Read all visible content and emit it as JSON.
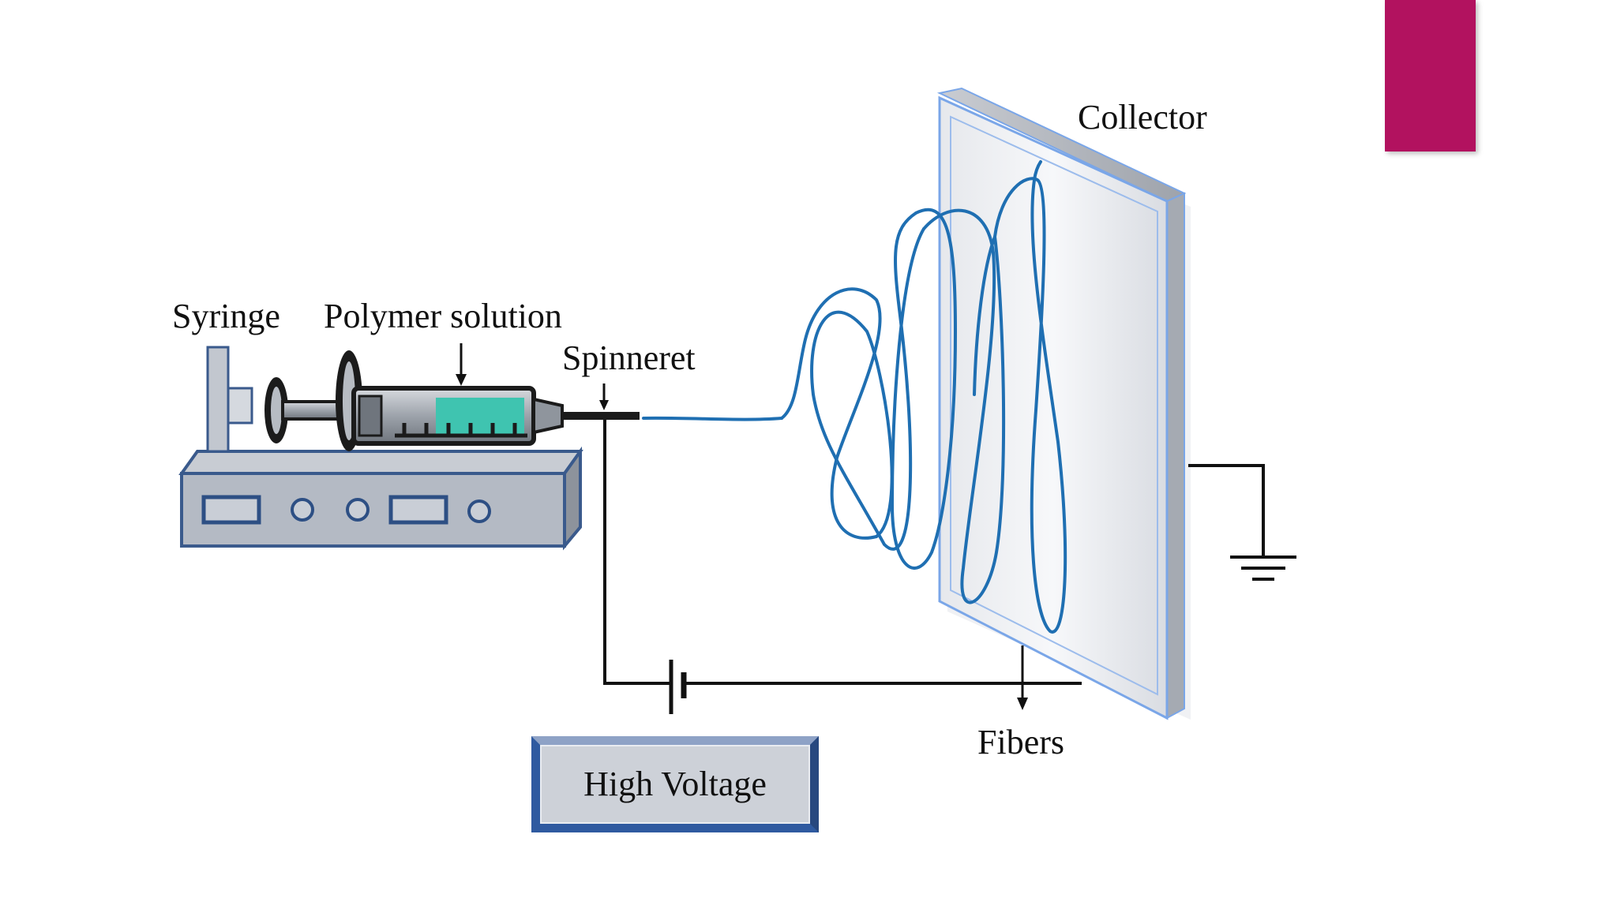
{
  "labels": {
    "syringe": "Syringe",
    "polymer_solution": "Polymer solution",
    "spinneret": "Spinneret",
    "collector": "Collector",
    "fibers": "Fibers",
    "high_voltage": "High Voltage"
  },
  "colors": {
    "accent": "#b2125f",
    "fiber": "#1f6fb2",
    "pump_body": "#b4bac4",
    "pump_outline": "#3a5a8c",
    "solution": "#3fc4b0",
    "collector_frame": "#7aa6e8"
  },
  "icons": {
    "ground": "ground-symbol-icon",
    "battery": "battery-symbol-icon"
  }
}
